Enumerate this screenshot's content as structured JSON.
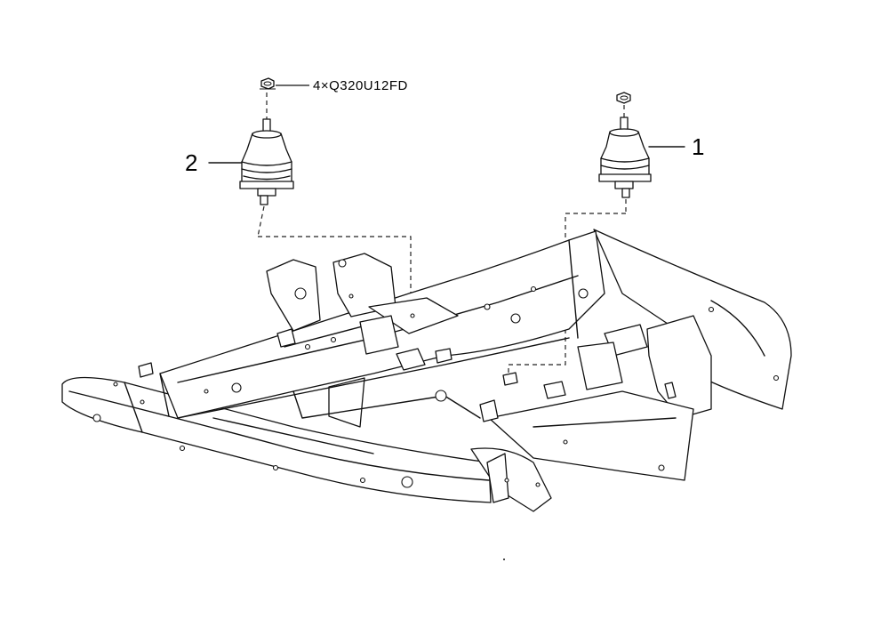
{
  "callouts": {
    "item1": "1",
    "item2": "2",
    "fastener": "4×Q320U12FD"
  }
}
